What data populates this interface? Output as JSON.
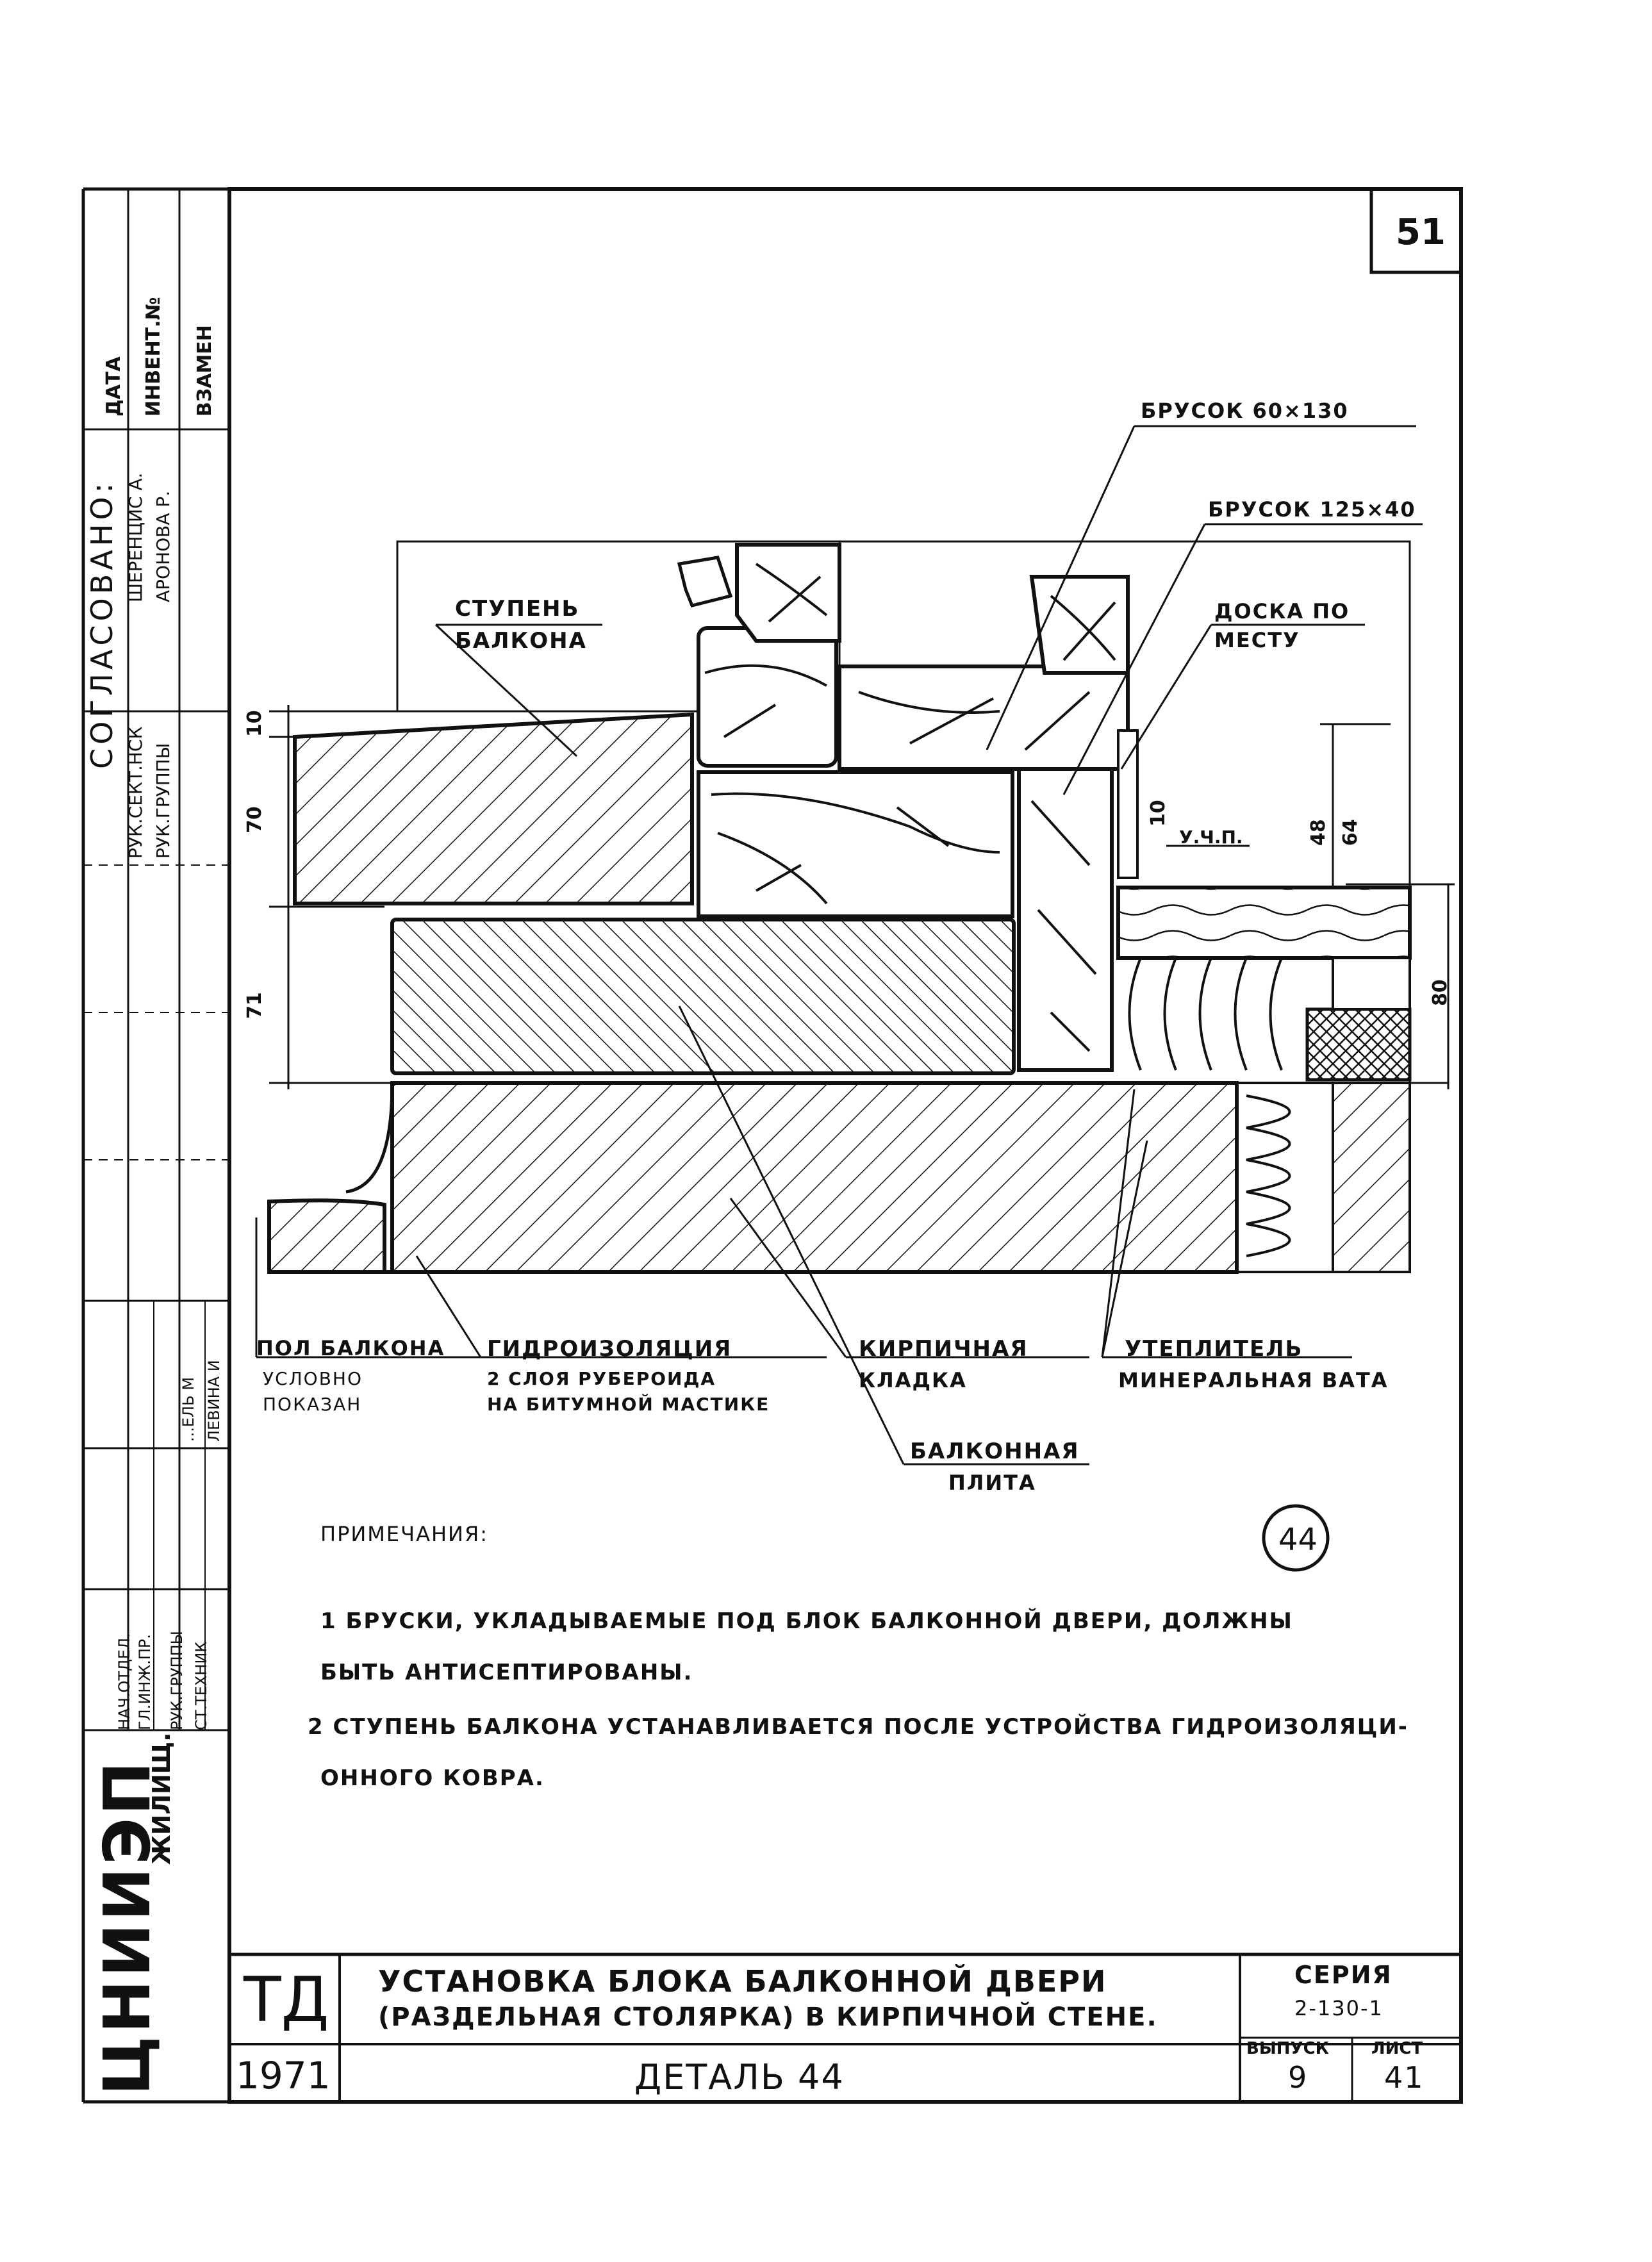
{
  "sheet": {
    "page_number": "51",
    "detail_marker": "44"
  },
  "side_stamp": {
    "header": "СОГЛАСОВАНО:",
    "col_date": "ДАТА",
    "col_invent": "ИНВЕНТ.№",
    "col_vzamen": "ВЗАМЕН",
    "row1_role": "РУК.СЕКТ.НСК",
    "row1_name": "ШЕРЕНЦИС А.",
    "row2_role": "РУК.ГРУППЫ",
    "row2_name": "АРОНОВА Р.",
    "lower_roles": [
      "НАЧ.ОТДЕЛ.",
      "ГЛ.ИНЖ.ПР.",
      "РУК.ГРУППЫ",
      "СТ.ТЕХНИК"
    ],
    "lower_names": [
      "...ЕЛЬ М",
      "ЛЕВИНА И"
    ],
    "org_logo": "ЦНИИЭП",
    "org_suffix": "ЖИЛИЩ."
  },
  "labels": {
    "brusok_60": "БРУСОК 60×130",
    "brusok_125": "БРУСОК 125×40",
    "doska_1": "ДОСКА ПО",
    "doska_2": "МЕСТУ",
    "stupen_1": "СТУПЕНЬ",
    "stupen_2": "БАЛКОНА",
    "ucp": "У.Ч.П.",
    "pol_1": "ПОЛ БАЛКОНА",
    "pol_2": "УСЛОВНО",
    "pol_3": "ПОКАЗАН",
    "gidro_1": "ГИДРОИЗОЛЯЦИЯ",
    "gidro_2": "2 СЛОЯ РУБЕРОИДА",
    "gidro_3": "НА БИТУМНОЙ МАСТИКЕ",
    "kirp_1": "КИРПИЧНАЯ",
    "kirp_2": "КЛАДКА",
    "utepl_1": "УТЕПЛИТЕЛЬ",
    "utepl_2": "МИНЕРАЛЬНАЯ ВАТА",
    "plita_1": "БАЛКОННАЯ",
    "plita_2": "ПЛИТА"
  },
  "dimensions": {
    "d10": "10",
    "d70": "70",
    "d71": "71",
    "d10b": "10",
    "d48": "48",
    "d64": "64",
    "d80": "80"
  },
  "notes": {
    "title": "ПРИМЕЧАНИЯ:",
    "n1_a": "1 БРУСКИ, УКЛАДЫВАЕМЫЕ ПОД БЛОК БАЛКОННОЙ ДВЕРИ, ДОЛЖНЫ",
    "n1_b": "БЫТЬ АНТИСЕПТИРОВАНЫ.",
    "n2_a": "2 СТУПЕНЬ БАЛКОНА УСТАНАВЛИВАЕТСЯ ПОСЛЕ УСТРОЙСТВА ГИДРОИЗОЛЯЦИ-",
    "n2_b": "ОННОГО КОВРА."
  },
  "title_block": {
    "td": "ТД",
    "year": "1971",
    "title_1": "УСТАНОВКА БЛОКА БАЛКОННОЙ ДВЕРИ",
    "title_2": "(РАЗДЕЛЬНАЯ СТОЛЯРКА) В КИРПИЧНОЙ СТЕНЕ.",
    "subtitle": "ДЕТАЛЬ 44",
    "seria_label": "СЕРИЯ",
    "seria_value": "2-130-1",
    "vypusk_label": "ВЫПУСК",
    "vypusk_value": "9",
    "list_label": "ЛИСТ",
    "list_value": "41"
  }
}
